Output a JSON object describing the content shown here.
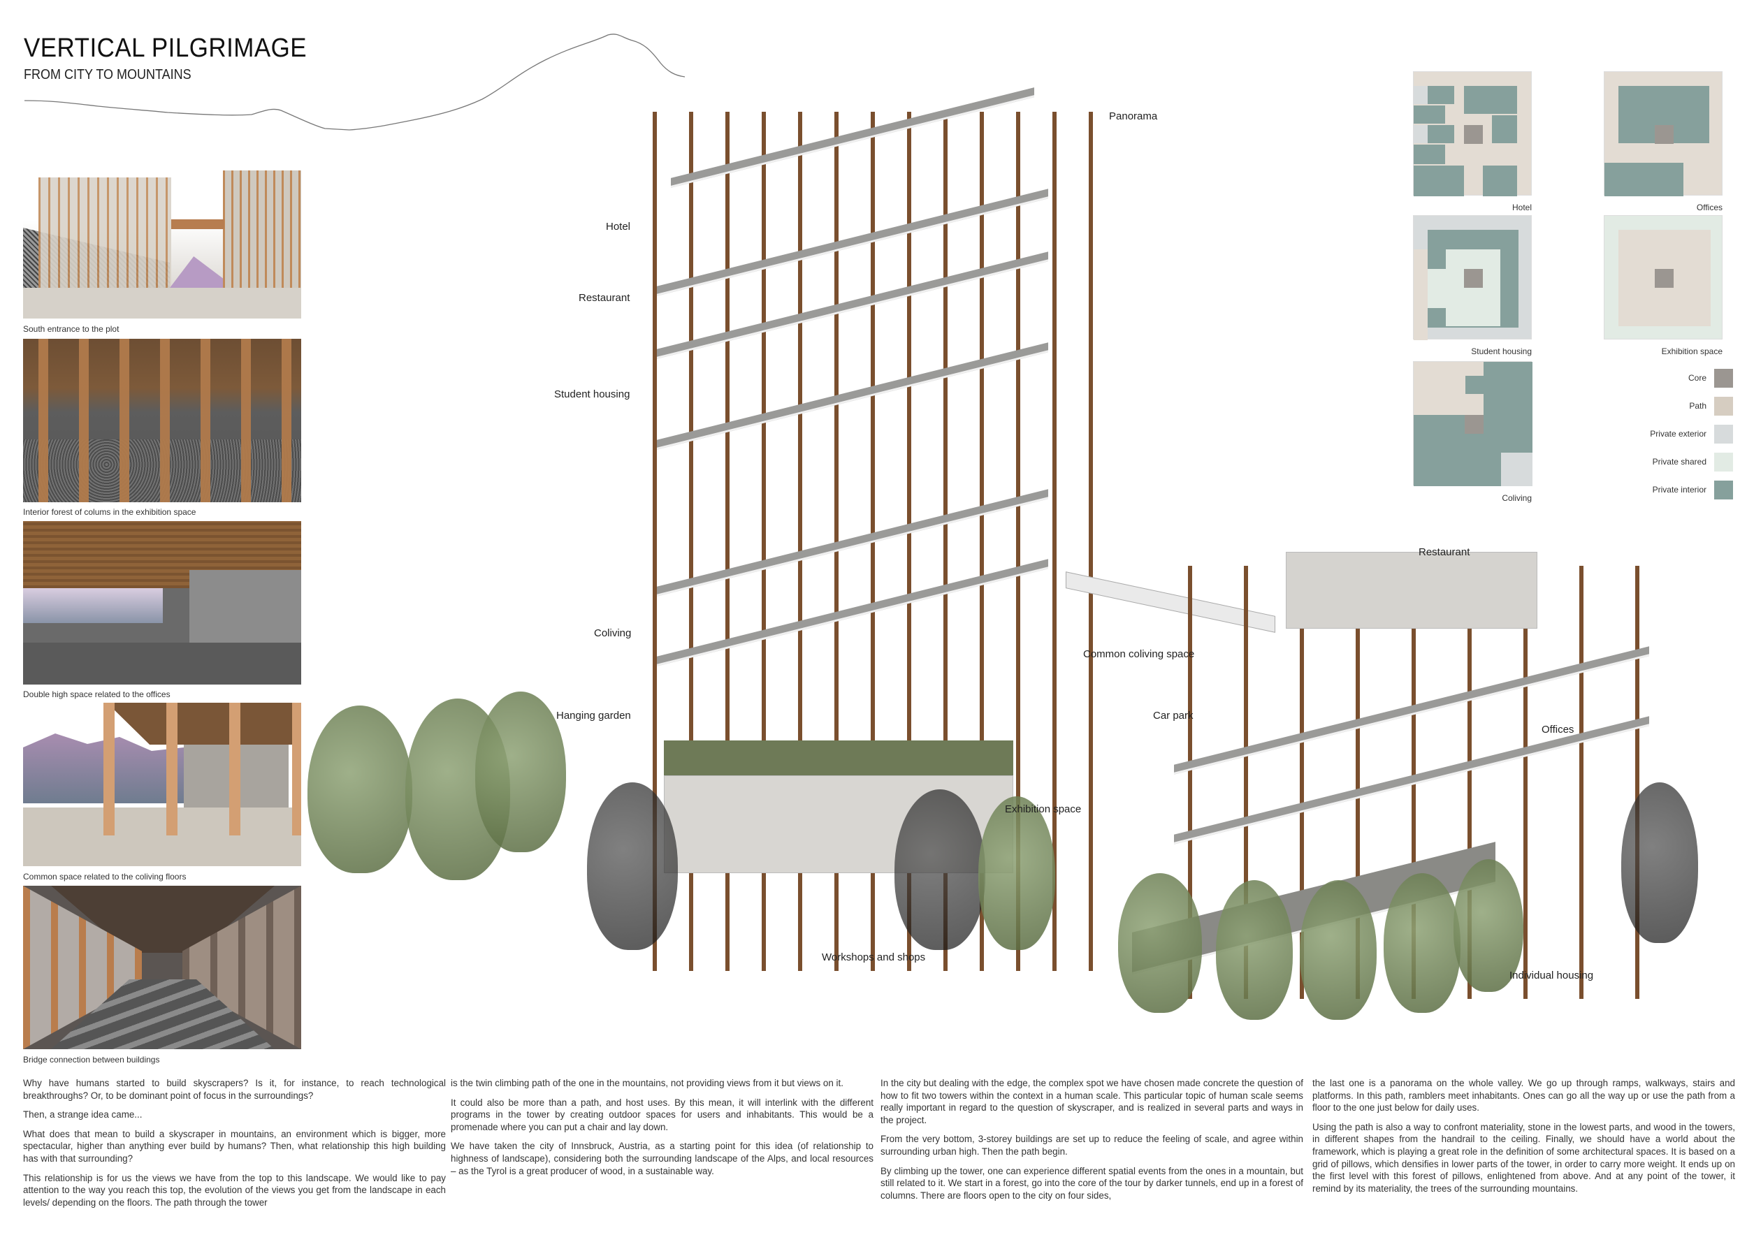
{
  "header": {
    "title": "VERTICAL PILGRIMAGE",
    "subtitle": "FROM CITY TO MOUNTAINS"
  },
  "perspectives": [
    {
      "caption": "South entrance to the plot"
    },
    {
      "caption": "Interior forest of colums in the exhibition space"
    },
    {
      "caption": "Double high space related to the offices"
    },
    {
      "caption": "Common space related to the coliving floors"
    },
    {
      "caption": "Bridge connection between buildings"
    }
  ],
  "axonometric": {
    "labels": {
      "panorama": "Panorama",
      "hotel": "Hotel",
      "restaurant_tower": "Restaurant",
      "student_housing": "Student housing",
      "coliving": "Coliving",
      "hanging_garden": "Hanging garden",
      "common_coliving_space": "Common coliving space",
      "car_park": "Car park",
      "exhibition_space": "Exhibition space",
      "workshops_and_shops": "Workshops and shops",
      "restaurant_right": "Restaurant",
      "offices": "Offices",
      "individual_housing": "Individual housing"
    }
  },
  "plans": [
    {
      "name": "Hotel"
    },
    {
      "name": "Offices"
    },
    {
      "name": "Student housing"
    },
    {
      "name": "Exhibition space"
    },
    {
      "name": "Coliving"
    }
  ],
  "legend": [
    {
      "label": "Core",
      "color": "#9b9691"
    },
    {
      "label": "Path",
      "color": "#d6cdc1"
    },
    {
      "label": "Private exterior",
      "color": "#d7dbdc"
    },
    {
      "label": "Private shared",
      "color": "#e2ebe4"
    },
    {
      "label": "Private interior",
      "color": "#86a09c"
    }
  ],
  "text_columns": [
    {
      "paragraphs": [
        "Why have humans started to build skyscrapers? Is it, for instance, to reach technological breakthroughs? Or, to be dominant point of focus in the surroundings?",
        "Then, a strange idea came...",
        "What does that mean to build a skyscraper in mountains, an environment which is bigger, more spectacular, higher than anything ever build by humans? Then, what relationship this high building has with that surrounding?",
        "This relationship is for us the views we have from the top to this landscape. We would like to pay attention to the way you reach this top, the evolution of the views you get from the landscape in each levels/ depending on the floors. The path through the tower"
      ]
    },
    {
      "paragraphs": [
        "is the twin climbing path of the one in the mountains, not providing views from it but views on it.",
        "It could also be more than a path, and host uses. By this mean, it will interlink with the different programs in the tower by creating outdoor spaces for users and inhabitants. This would be a promenade where you can put a chair and lay down.",
        "We have taken the city of Innsbruck, Austria, as a starting point for this idea (of relationship to highness of landscape), considering both the surrounding landscape of the Alps, and local resources – as the Tyrol is a great producer of wood, in a sustainable way."
      ]
    },
    {
      "paragraphs": [
        "In the city but dealing with the edge, the complex spot we have chosen made concrete the question of how to fit two towers within the context in a human scale. This particular topic of human scale seems really important in regard to the question of skyscraper, and is realized in several parts and ways in the project.",
        "From the very bottom, 3-storey buildings are set up to reduce the feeling of scale, and agree within surrounding urban high. Then the path begin.",
        "By climbing up the tower, one can experience different spatial events from the ones in a mountain, but still related to it. We start in a forest, go into the core of the tour by darker tunnels, end up in a forest of columns. There are floors open to the city on four sides,"
      ]
    },
    {
      "paragraphs": [
        "the last one is a panorama on the whole valley. We go up through ramps, walkways, stairs and platforms. In this path, ramblers meet inhabitants. Ones can go all the way up or use the path from a floor to the one just below for daily uses.",
        "Using the path is also a way to confront materiality, stone in the lowest parts, and wood in the towers, in different shapes from the handrail to the ceiling. Finally, we should have a world about the framework, which is playing a great role in the definition of some architectural spaces. It is based on a grid of pillows, which densifies in lower parts of the tower, in order to carry more weight. It ends up on the first level with this forest of pillows, enlightened from above. And at any point of the tower, it remind by its materiality, the trees of the surrounding mountains."
      ]
    }
  ]
}
